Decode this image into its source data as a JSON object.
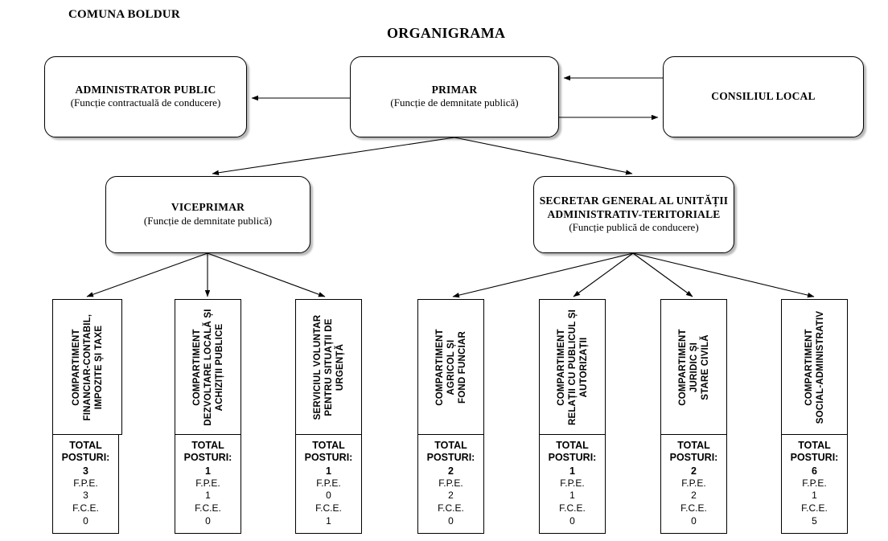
{
  "header": {
    "commune": "COMUNA BOLDUR",
    "title": "ORGANIGRAMA"
  },
  "nodes": {
    "administrator": {
      "title": "ADMINISTRATOR PUBLIC",
      "subtitle": "(Funcție contractuală de conducere)"
    },
    "primar": {
      "title": "PRIMAR",
      "subtitle": "(Funcție de demnitate publică)"
    },
    "consiliu": {
      "title": "CONSILIUL LOCAL",
      "subtitle": ""
    },
    "viceprimar": {
      "title": "VICEPRIMAR",
      "subtitle": "(Funcție de demnitate publică)"
    },
    "secretar": {
      "title_line1": "SECRETAR GENERAL AL UNITĂȚII",
      "title_line2": "ADMINISTRATIV-TERITORIALE",
      "subtitle": "(Funcție publică de conducere)"
    }
  },
  "totals_labels": {
    "total": "TOTAL",
    "posturi": "POSTURI:",
    "fpe": "F.P.E.",
    "fce": "F.C.E."
  },
  "departments": [
    {
      "name_line1": "COMPARTIMENT",
      "name_line2": "FINANCIAR-CONTABIL,",
      "name_line3": "IMPOZITE ȘI TAXE",
      "total": "3",
      "fpe": "3",
      "fce": "0",
      "parent": "viceprimar"
    },
    {
      "name_line1": "COMPARTIMENT",
      "name_line2": "DEZVOLTARE LOCALĂ ȘI",
      "name_line3": "ACHIZIȚII PUBLICE",
      "total": "1",
      "fpe": "1",
      "fce": "0",
      "parent": "viceprimar"
    },
    {
      "name_line1": "SERVICIUL VOLUNTAR",
      "name_line2": "PENTRU SITUAȚII DE",
      "name_line3": "URGENȚĂ",
      "total": "1",
      "fpe": "0",
      "fce": "1",
      "parent": "viceprimar"
    },
    {
      "name_line1": "COMPARTIMENT",
      "name_line2": "AGRICOL ȘI",
      "name_line3": "FOND FUNCIAR",
      "total": "2",
      "fpe": "2",
      "fce": "0",
      "parent": "secretar"
    },
    {
      "name_line1": "COMPARTIMENT",
      "name_line2": "RELAȚII CU PUBLICUL ȘI",
      "name_line3": "AUTORIZAȚII",
      "total": "1",
      "fpe": "1",
      "fce": "0",
      "parent": "secretar"
    },
    {
      "name_line1": "COMPARTIMENT",
      "name_line2": "JURIDIC ȘI",
      "name_line3": "STARE CIVILĂ",
      "total": "2",
      "fpe": "2",
      "fce": "0",
      "parent": "secretar"
    },
    {
      "name_line1": "COMPARTIMENT",
      "name_line2": "SOCIAL-ADMINISTRATIV",
      "name_line3": "",
      "total": "6",
      "fpe": "1",
      "fce": "5",
      "parent": "secretar"
    }
  ],
  "colors": {
    "line": "#000000",
    "box_fill": "#ffffff",
    "shadow": "rgba(0,0,0,0.28)"
  }
}
